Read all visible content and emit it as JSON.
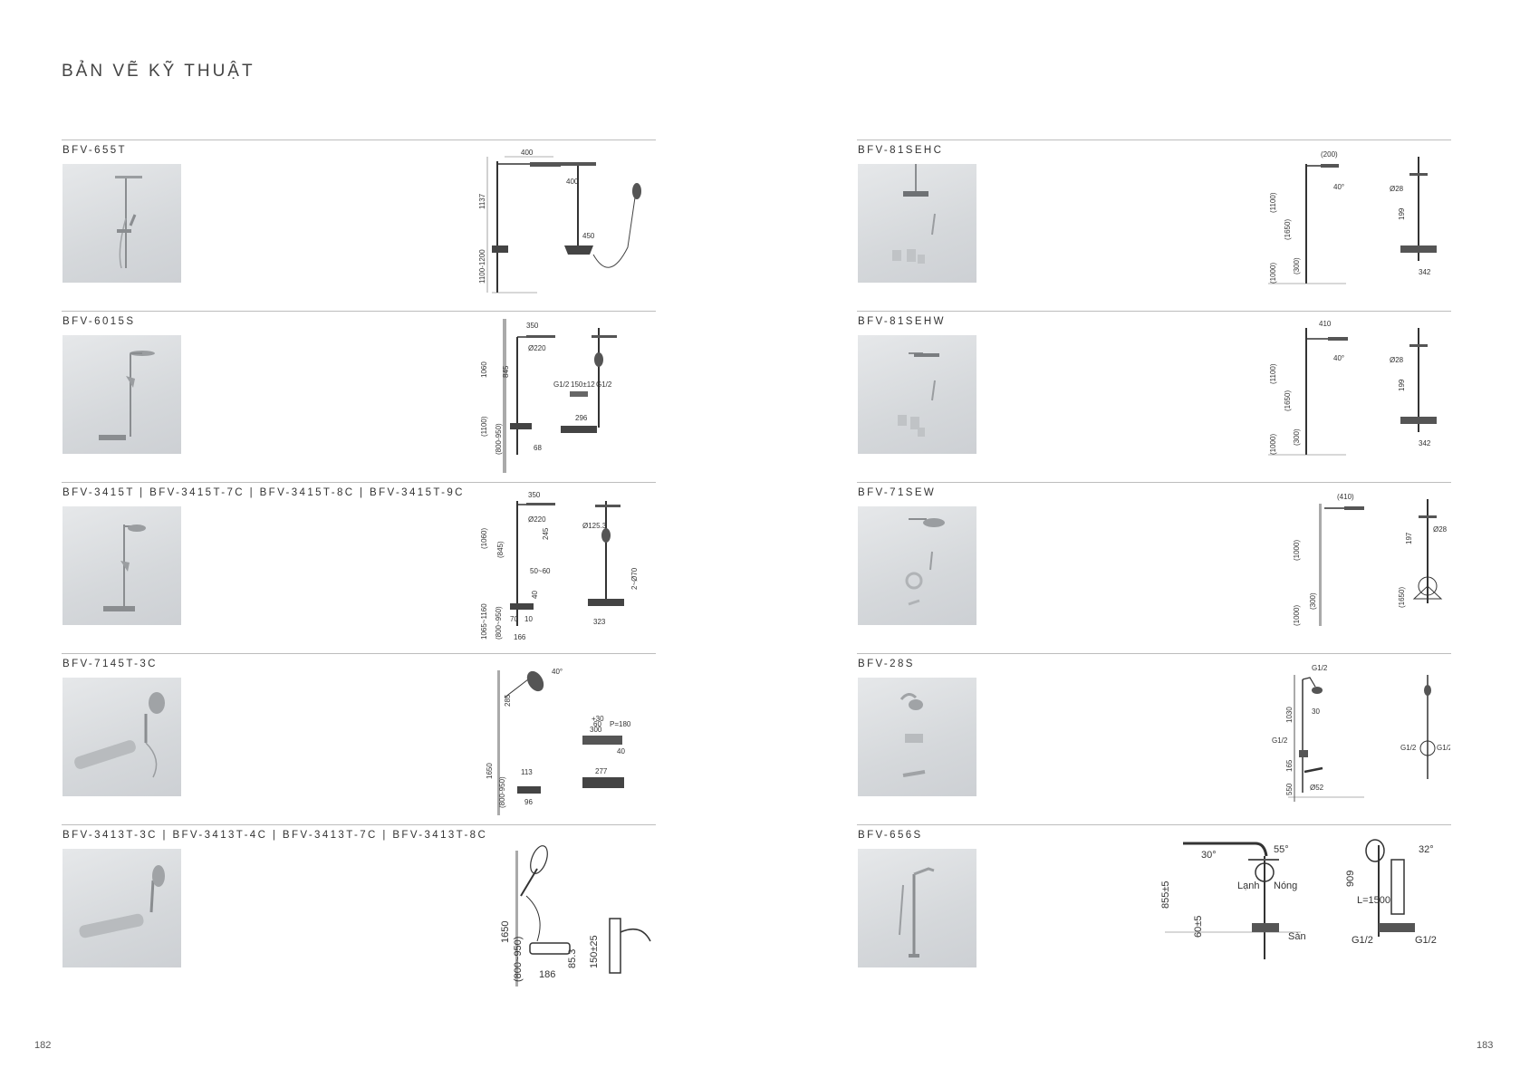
{
  "page": {
    "title": "BẢN VẼ KỸ THUẬT",
    "page_left": "182",
    "page_right": "183"
  },
  "left_column": [
    {
      "model": "BFV-655T",
      "icons": [
        "shower-column-photo",
        "technical-drawing"
      ],
      "dims": [
        "400",
        "400",
        "450",
        "1137",
        "1100-1200"
      ]
    },
    {
      "model": "BFV-6015S",
      "dims": [
        "350",
        "Ø220",
        "1060",
        "845",
        "(1100)",
        "(800-950)",
        "G1/2",
        "150±12",
        "G1/2",
        "296",
        "68"
      ]
    },
    {
      "model": "BFV-3415T  |  BFV-3415T-7C  |  BFV-3415T-8C  |  BFV-3415T-9C",
      "dims": [
        "350",
        "Ø220",
        "(1060)",
        "(845)",
        "245",
        "50~60",
        "Ø125.3",
        "323",
        "2~Ø70",
        "1065~1160",
        "(800~950)",
        "166",
        "70",
        "10",
        "40"
      ]
    },
    {
      "model": "BFV-7145T-3C",
      "dims": [
        "40°",
        "285",
        "1650",
        "(800-950)",
        "113",
        "96",
        "P=180",
        "300",
        "40",
        "277",
        "+30",
        "60"
      ]
    },
    {
      "model": "BFV-3413T-3C  |  BFV-3413T-4C |  BFV-3413T-7C  |  BFV-3413T-8C",
      "dims": [
        "1650",
        "(800~950)",
        "186",
        "85.3",
        "150±25"
      ]
    }
  ],
  "right_column": [
    {
      "model": "BFV-81SEHC",
      "dims": [
        "(200)",
        "40°",
        "(1100)",
        "(1650)",
        "(300)",
        "(1000)",
        "Ø28",
        "199",
        "342"
      ]
    },
    {
      "model": "BFV-81SEHW",
      "dims": [
        "410",
        "40°",
        "(1100)",
        "(1650)",
        "(300)",
        "(1000)",
        "Ø28",
        "199",
        "342"
      ]
    },
    {
      "model": "BFV-71SEW",
      "dims": [
        "(410)",
        "(1000)",
        "(300)",
        "(1000)",
        "197",
        "Ø28",
        "(1650)"
      ]
    },
    {
      "model": "BFV-28S",
      "dims": [
        "G1/2",
        "1030",
        "30",
        "G1/2",
        "165",
        "550",
        "Ø52",
        "G1/2",
        "G1/2"
      ]
    },
    {
      "model": "BFV-656S",
      "dims": [
        "30°",
        "55°",
        "Lạnh",
        "Nóng",
        "855±5",
        "60±5",
        "Sàn",
        "32°",
        "909",
        "L=1500",
        "G1/2",
        "G1/2"
      ]
    }
  ]
}
